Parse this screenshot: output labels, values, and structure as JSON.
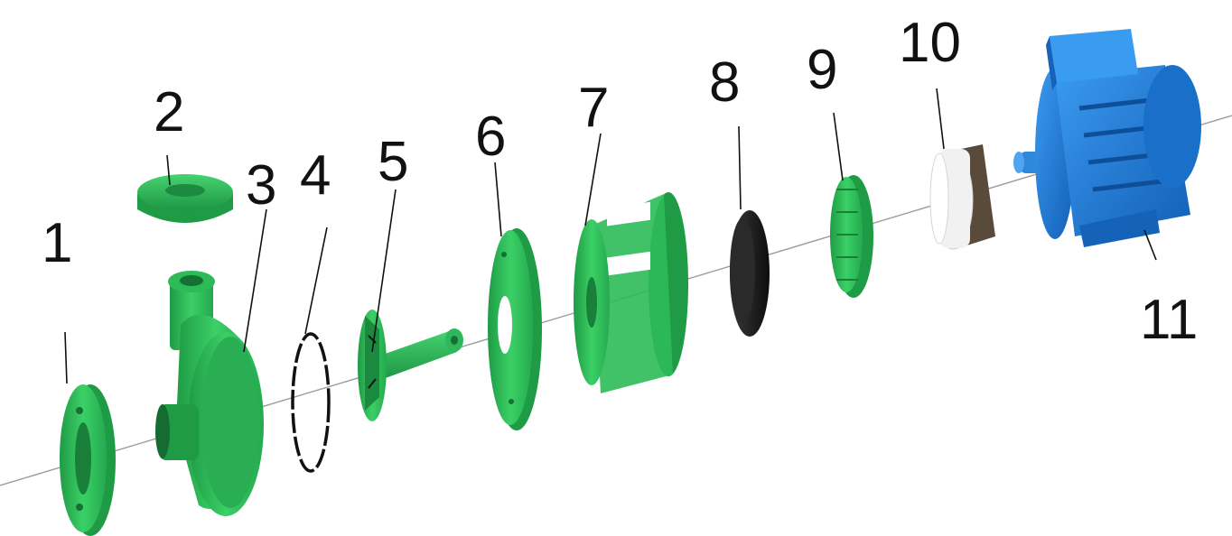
{
  "diagram": {
    "parts": [
      {
        "number": "1",
        "name": "flange",
        "color": "#2fb85a"
      },
      {
        "number": "2",
        "name": "flange",
        "color": "#39c463"
      },
      {
        "number": "3",
        "name": "pump-casing",
        "color": "#2fb85a"
      },
      {
        "number": "4",
        "name": "o-ring",
        "color": "#111111"
      },
      {
        "number": "5",
        "name": "impeller",
        "color": "#32bd5c"
      },
      {
        "number": "6",
        "name": "rear-cover",
        "color": "#2fb85a"
      },
      {
        "number": "7",
        "name": "bracket",
        "color": "#33c05f"
      },
      {
        "number": "8",
        "name": "rubber-seal",
        "color": "#1e1e1e"
      },
      {
        "number": "9",
        "name": "lock-nut",
        "color": "#33c05f"
      },
      {
        "number": "10",
        "name": "mechanical-seal",
        "color": "#f2f2f2"
      },
      {
        "number": "11",
        "name": "electric-motor",
        "color": "#1f7ee0"
      }
    ]
  }
}
